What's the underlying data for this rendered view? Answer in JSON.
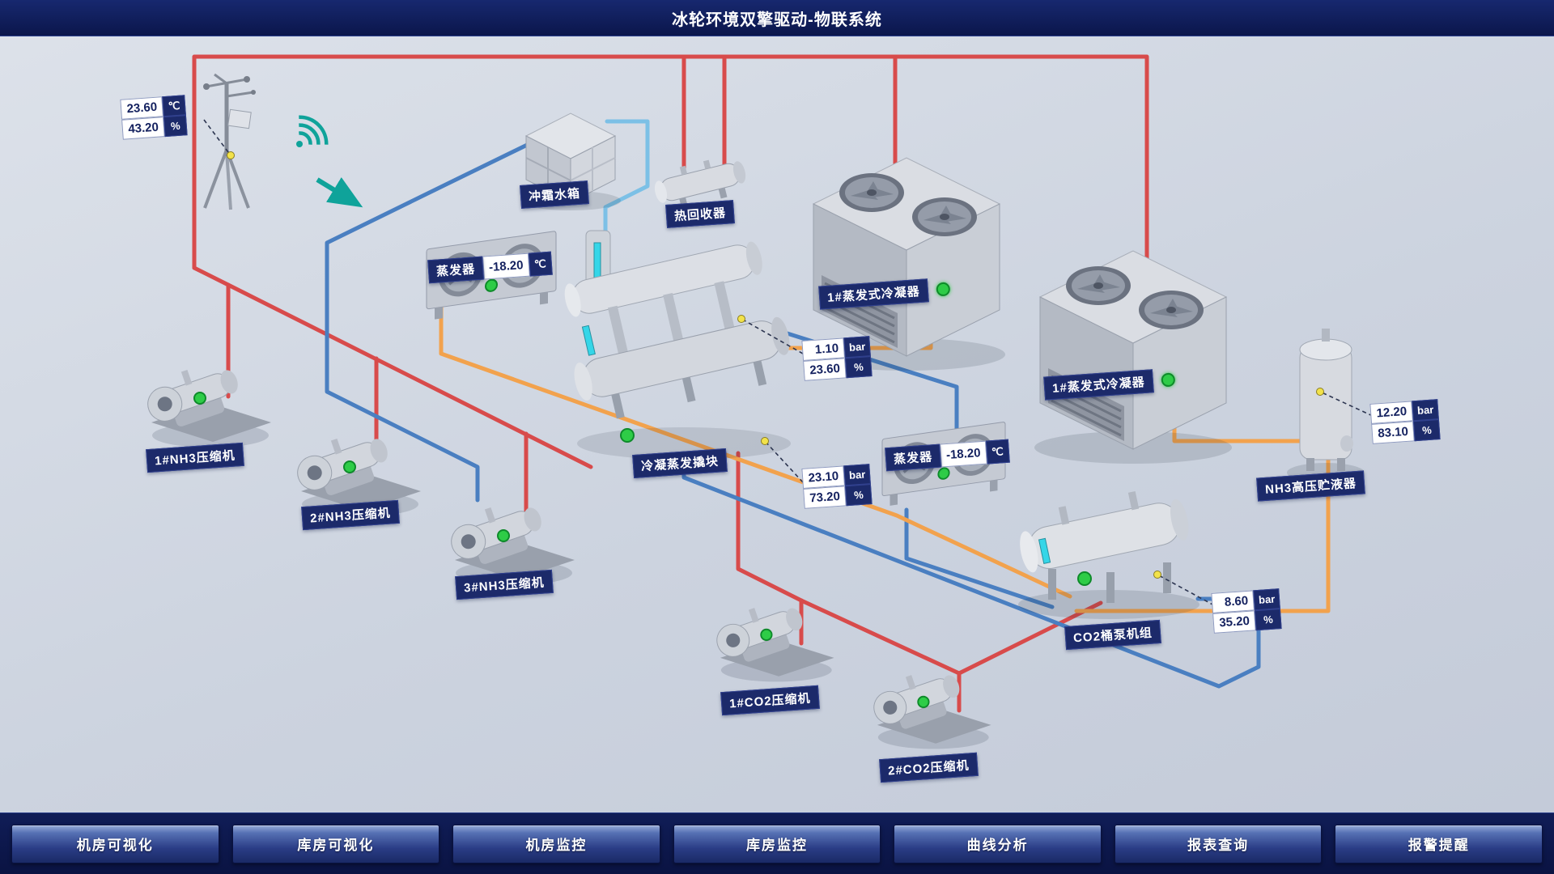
{
  "header": {
    "title": "冰轮环境双擎驱动-物联系统"
  },
  "weather": {
    "temperature": "23.60",
    "temperature_unit": "℃",
    "humidity": "43.20",
    "humidity_unit": "%"
  },
  "labels": {
    "defrost_tank": "冲霜水箱",
    "heat_recovery": "热回收器",
    "evaporator_left": "蒸发器",
    "evaporator_right": "蒸发器",
    "condenser_1": "1#蒸发式冷凝器",
    "condenser_2": "1#蒸发式冷凝器",
    "nh3_compressor_1": "1#NH3压缩机",
    "nh3_compressor_2": "2#NH3压缩机",
    "nh3_compressor_3": "3#NH3压缩机",
    "skid": "冷凝蒸发撬块",
    "nh3_receiver": "NH3高压贮液器",
    "co2_pump_unit": "CO2桶泵机组",
    "co2_compressor_1": "1#CO2压缩机",
    "co2_compressor_2": "2#CO2压缩机"
  },
  "readings": {
    "evaporator_left": {
      "value": "-18.20",
      "unit": "℃"
    },
    "evaporator_right": {
      "value": "-18.20",
      "unit": "℃"
    },
    "skid_upper": {
      "pressure": "1.10",
      "pressure_unit": "bar",
      "percent": "23.60",
      "percent_unit": "%"
    },
    "skid_lower": {
      "pressure": "23.10",
      "pressure_unit": "bar",
      "percent": "73.20",
      "percent_unit": "%"
    },
    "nh3_receiver": {
      "pressure": "12.20",
      "pressure_unit": "bar",
      "percent": "83.10",
      "percent_unit": "%"
    },
    "co2_pump_unit": {
      "pressure": "8.60",
      "pressure_unit": "bar",
      "percent": "35.20",
      "percent_unit": "%"
    }
  },
  "nav": {
    "items": [
      "机房可视化",
      "库房可视化",
      "机房监控",
      "库房监控",
      "曲线分析",
      "报表查询",
      "报警提醒"
    ]
  },
  "colors": {
    "pipe_hot_gas": "#d84b4b",
    "pipe_suction": "#4a7fc1",
    "pipe_liquid": "#f2a24d",
    "pipe_water": "#7cc0e6",
    "status_ok": "#2ecc47",
    "header_bg": "#0b164b",
    "accent_teal": "#12a59b"
  }
}
